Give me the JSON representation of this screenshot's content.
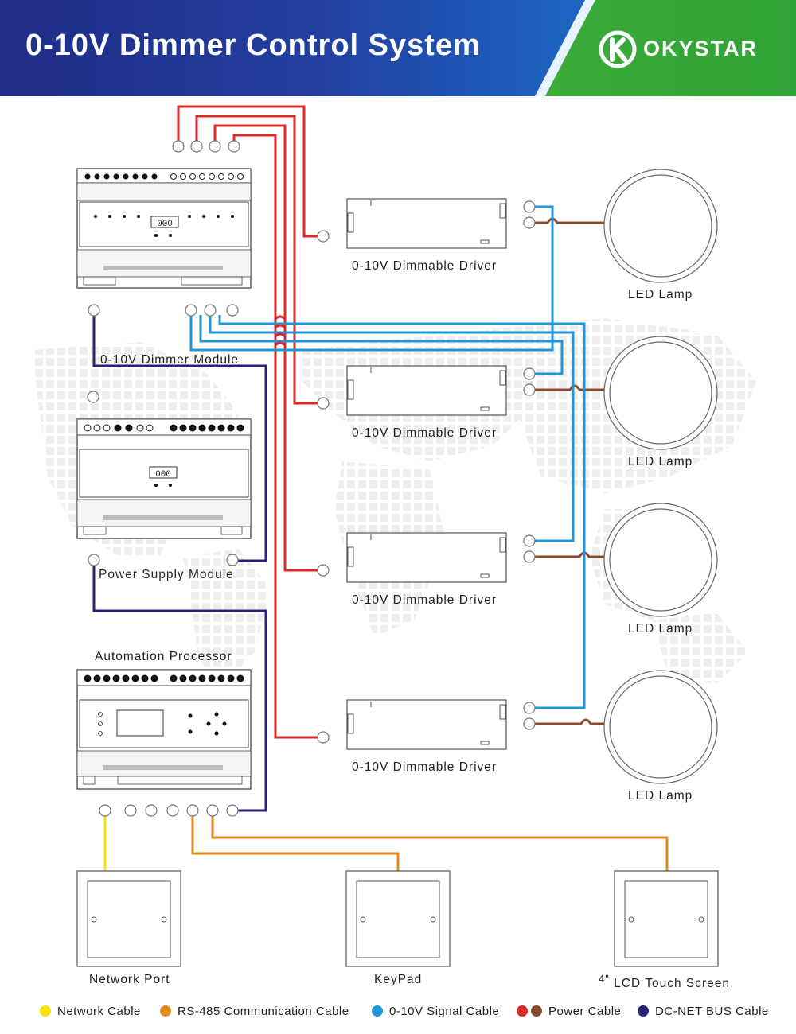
{
  "header": {
    "title": "0-10V Dimmer Control System",
    "brand": "OKYSTAR"
  },
  "labels": {
    "dimmer_module": "0-10V Dimmer Module",
    "power_supply": "Power Supply Module",
    "automation": "Automation Processor",
    "driver": "0-10V Dimmable Driver",
    "lamp": "LED Lamp",
    "network_port": "Network Port",
    "keypad": "KeyPad",
    "lcd_inch": "4\"",
    "lcd": "LCD Touch Screen",
    "module_display": "000"
  },
  "legend": {
    "network": "Network Cable",
    "rs485": "RS-485 Communication Cable",
    "signal": "0-10V Signal Cable",
    "power": "Power Cable",
    "dcnet": "DC-NET BUS Cable"
  },
  "colors": {
    "network": "#f5e400",
    "rs485": "#e08a1e",
    "signal": "#2196d6",
    "power_red": "#d92b2b",
    "power_brown": "#8b4a2b",
    "dcnet": "#2a2277"
  },
  "icons": {
    "brand_logo": "okystar-k-logo-icon",
    "terminal": "terminal-connector-icon"
  }
}
